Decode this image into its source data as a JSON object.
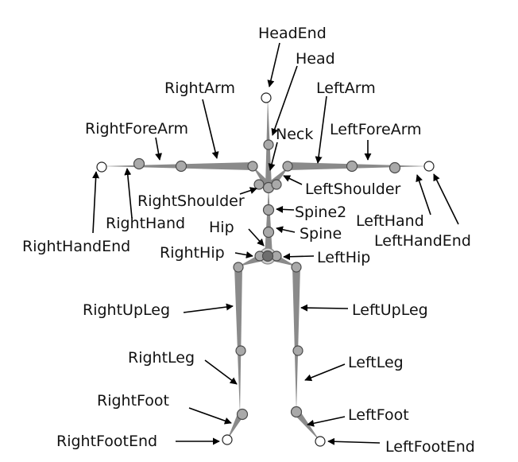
{
  "colors": {
    "bone": "#8a8a8a",
    "joint_fill": "#a9a9a9",
    "joint_stroke": "#4a4a4a",
    "end_fill": "#ffffff",
    "end_stroke": "#222222",
    "label": "#111111",
    "arrow": "#000000"
  },
  "labels": {
    "head_end": "HeadEnd",
    "head": "Head",
    "right_arm": "RightArm",
    "left_arm": "LeftArm",
    "neck": "Neck",
    "right_fore_arm": "RightForeArm",
    "left_fore_arm": "LeftForeArm",
    "right_shoulder": "RightShoulder",
    "left_shoulder": "LeftShoulder",
    "spine2": "Spine2",
    "right_hand": "RightHand",
    "left_hand": "LeftHand",
    "hip": "Hip",
    "spine": "Spine",
    "left_hand_end": "LeftHandEnd",
    "right_hand_end": "RightHandEnd",
    "right_hip": "RightHip",
    "left_hip": "LeftHip",
    "right_up_leg": "RightUpLeg",
    "left_up_leg": "LeftUpLeg",
    "right_leg": "RightLeg",
    "left_leg": "LeftLeg",
    "right_foot": "RightFoot",
    "left_foot": "LeftFoot",
    "right_foot_end": "RightFootEnd",
    "left_foot_end": "LeftFootEnd"
  }
}
